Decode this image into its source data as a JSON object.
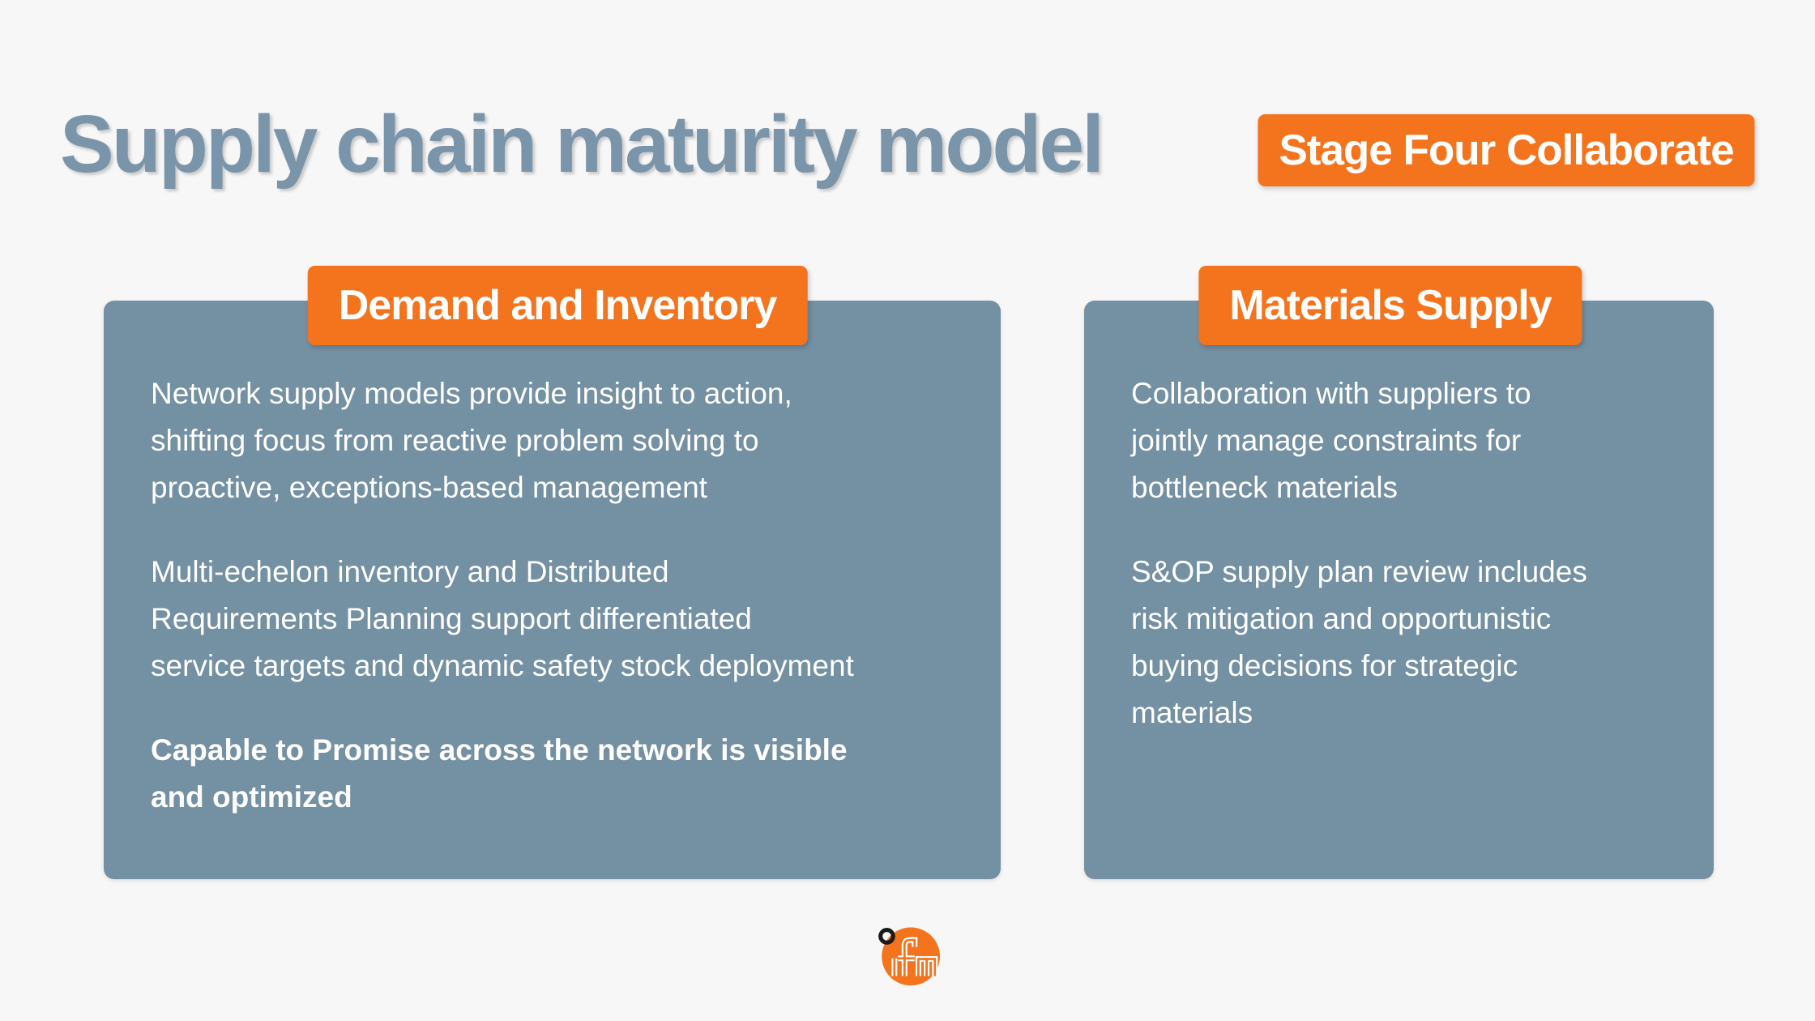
{
  "slide": {
    "title": "Supply chain maturity model",
    "stage_badge": "Stage Four Collaborate"
  },
  "panels": {
    "left": {
      "badge": "Demand and Inventory",
      "para1": "Network supply models provide insight to action,\nshifting focus from reactive problem solving to\nproactive, exceptions-based management",
      "para2": "Multi-echelon inventory and Distributed\nRequirements Planning support differentiated\nservice targets and dynamic safety stock deployment",
      "para3": "Capable to Promise across the network is visible\nand optimized"
    },
    "right": {
      "badge": "Materials Supply",
      "para1": "Collaboration with suppliers to\njointly manage constraints for\nbottleneck materials",
      "para2": "S&OP supply plan review includes\nrisk mitigation and opportunistic\nbuying decisions for strategic\nmaterials"
    }
  },
  "footer": {
    "logo": "ifm-logo"
  },
  "colors": {
    "background": "#F7F7F8",
    "panel_slate": "#7490A3",
    "title_slate": "#7A94AA",
    "accent_orange": "#F4731D",
    "text_on_panel": "#FFFFFF",
    "logo_ring_black": "#1A1A1A"
  }
}
